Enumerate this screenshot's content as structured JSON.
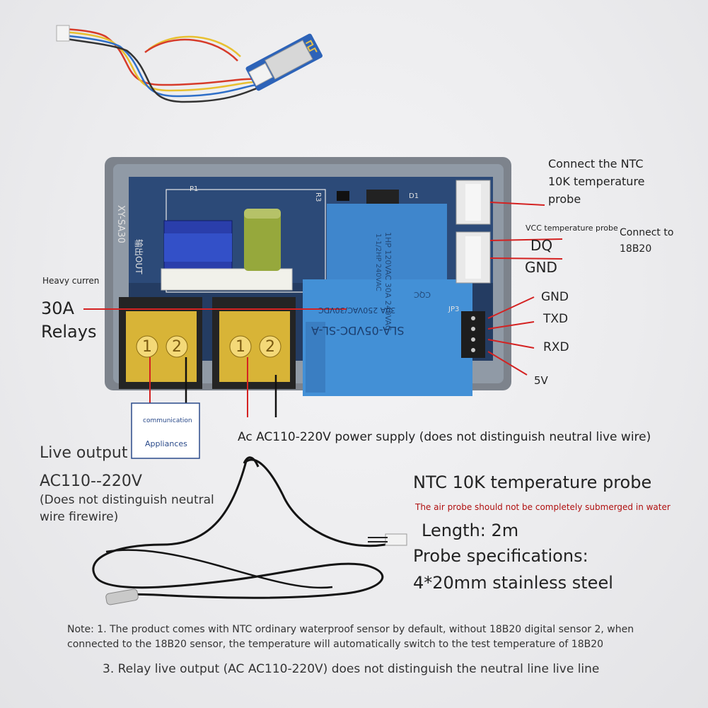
{
  "board": {
    "model_label": "XY-SA30",
    "output_label": "输出OUT",
    "p1_label": "P1",
    "r3_label": "R3",
    "d1_label": "D1",
    "jp3_label": "JP3",
    "relay_text_lines": [
      "30A 250VAC/30VDC",
      "SLA-05VDC-SL-A",
      "1HP 120VAC 30A 240VAC",
      "1-1/2HP 240VAC"
    ],
    "relay_cert": "CQC",
    "terminal_digits": [
      "1",
      "2",
      "1",
      "2"
    ]
  },
  "labels": {
    "ntc_connect_line1": "Connect the NTC",
    "ntc_connect_line2": "10K temperature",
    "ntc_connect_line3": "probe",
    "vcc_probe": "VCC temperature probe",
    "connect_18b20_line1": "Connect to",
    "connect_18b20_line2": "18B20",
    "dq": "DQ",
    "gnd_dq": "GND",
    "pin_gnd": "GND",
    "pin_txd": "TXD",
    "pin_rxd": "RXD",
    "pin_5v": "5V",
    "heavy_current": "Heavy curren",
    "relays_30a": "30A",
    "relays_word": "Relays",
    "comm_label": "communication",
    "appliances": "Appliances",
    "power_supply": "Ac AC110-220V power supply (does not distinguish neutral live wire)",
    "live_output": "Live output",
    "live_voltage": "AC110--220V",
    "live_note_line1": "(Does not distinguish neutral",
    "live_note_line2": "wire firewire)"
  },
  "probe": {
    "title": "NTC 10K temperature probe",
    "warning": "The air probe should not be completely submerged in water",
    "length": "Length: 2m",
    "spec_title": "Probe specifications:",
    "spec_value": "4*20mm stainless steel"
  },
  "notes": {
    "note1": "Note: 1. The product comes with NTC ordinary waterproof sensor by default, without 18B20 digital sensor 2, when connected to the 18B20 sensor, the temperature will automatically switch to the test temperature of 18B20",
    "note3": "3. Relay live output (AC AC110-220V) does not distinguish the neutral line live line"
  },
  "colors": {
    "pcb": "#2c4a78",
    "relay": "#3f86cc",
    "terminal": "#e8c13a",
    "leader": "#d42222"
  }
}
